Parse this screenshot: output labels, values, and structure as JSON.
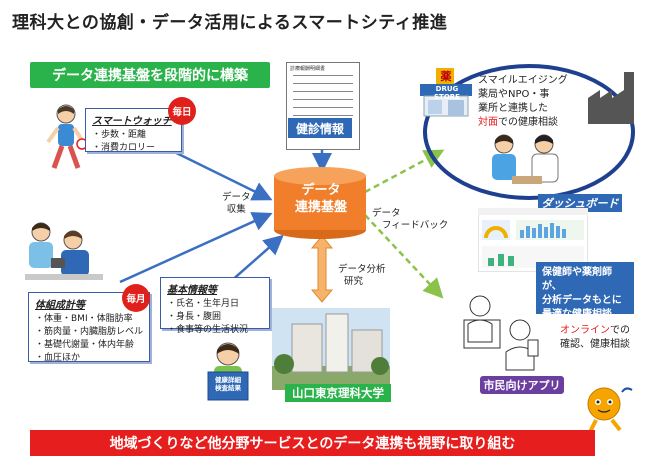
{
  "title": "理科大との協創・データ活用によるスマートシティ推進",
  "phase_banner": "データ連携基盤を段階的に構築",
  "smartwatch": {
    "title": "スマートウォッチ",
    "items": [
      "・歩数・距離",
      "・消費カロリー"
    ],
    "badge": "毎日"
  },
  "body_scale": {
    "title": "体組成計等",
    "items": [
      "・体重・BMI・体脂肪率",
      "・筋肉量・内臓脂肪レベル",
      "・基礎代謝量・体内年齢",
      "・血圧ほか"
    ],
    "badge": "毎月"
  },
  "basic_info": {
    "title": "基本情報等",
    "items": [
      "・氏名・生年月日",
      "・身長・腹囲",
      "・食事等の生活状況"
    ]
  },
  "checkup": {
    "label": "健診情報",
    "form_title": "診療報酬明細書"
  },
  "platform": {
    "label_line1": "データ",
    "label_line2": "連携基盤"
  },
  "collection_label": [
    "データ",
    "収集"
  ],
  "feedback_label": [
    "データ",
    "フィードバック"
  ],
  "analysis_label": [
    "データ分析",
    "研究"
  ],
  "university": {
    "label": "山口東京理科大学"
  },
  "book": {
    "line1": "健康詳細",
    "line2": "検査結果"
  },
  "drugstore": {
    "sign": "DRUG STORE",
    "kanji": "薬",
    "desc_line1": "スマイルエイジング",
    "desc_line2": "薬局やNPO・事",
    "desc_line3": "業所と連携した",
    "desc_red": "対面",
    "desc_tail": "での健康相談"
  },
  "dashboard": {
    "label": "ダッシュボード"
  },
  "advice": {
    "line1": "保健師や薬剤師が、",
    "line2": "分析データもとに",
    "line3": "最適な健康相談"
  },
  "online": {
    "line1_red": "オンライン",
    "line1_tail": "での",
    "line2": "確認、健康相談"
  },
  "app": {
    "label": "市民向けアプリ"
  },
  "bottom_banner": "地域づくりなど他分野サービスとのデータ連携も視野に取り組む",
  "colors": {
    "green": "#2bb34b",
    "blue": "#2f68b5",
    "orange": "#f07e2a",
    "red": "#e61e1e",
    "purple": "#6b3fa0",
    "light_green_arrow": "#8bc34a"
  }
}
